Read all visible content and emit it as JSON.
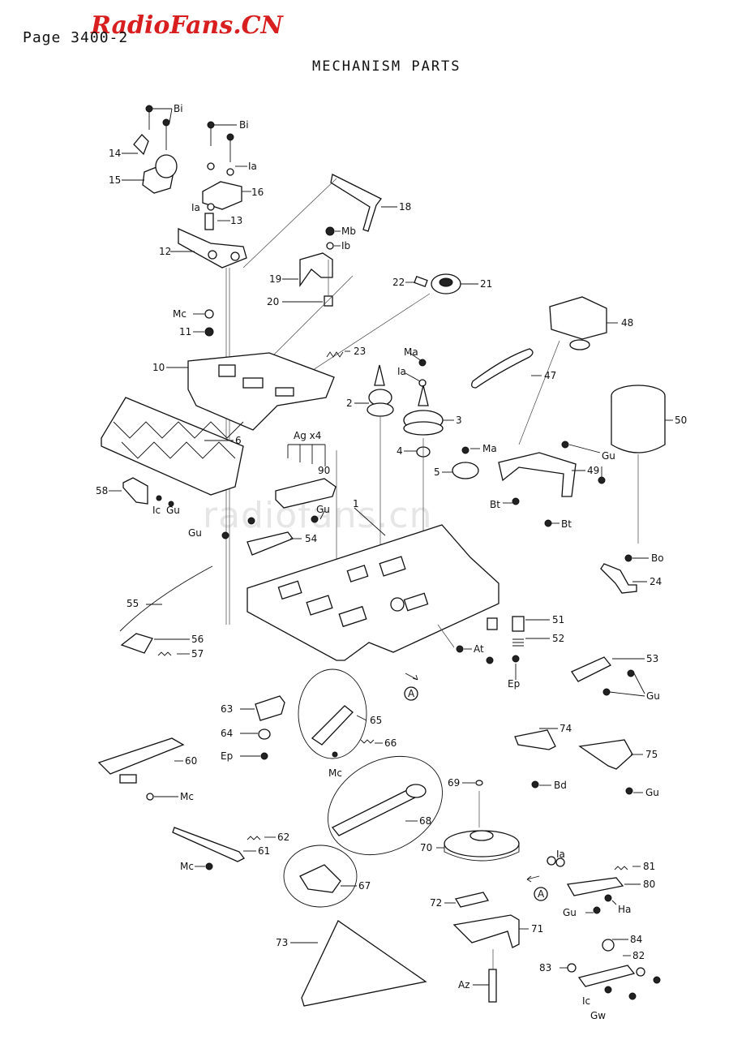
{
  "header": {
    "watermark": "RadioFans.CN",
    "page_label": "Page 3400-2",
    "title": "MECHANISM PARTS",
    "faint_watermark": "radiofans.cn"
  },
  "callouts": [
    {
      "id": "bi-1",
      "label": "Bi"
    },
    {
      "id": "bi-2",
      "label": "Bi"
    },
    {
      "id": "14",
      "label": "14"
    },
    {
      "id": "15",
      "label": "15"
    },
    {
      "id": "1a-1",
      "label": "Ia"
    },
    {
      "id": "16",
      "label": "16"
    },
    {
      "id": "1a-2",
      "label": "Ia"
    },
    {
      "id": "13",
      "label": "13"
    },
    {
      "id": "18",
      "label": "18"
    },
    {
      "id": "12",
      "label": "12"
    },
    {
      "id": "mb",
      "label": "Mb"
    },
    {
      "id": "1b",
      "label": "Ib"
    },
    {
      "id": "19",
      "label": "19"
    },
    {
      "id": "20",
      "label": "20"
    },
    {
      "id": "22",
      "label": "22"
    },
    {
      "id": "21",
      "label": "21"
    },
    {
      "id": "mc-1",
      "label": "Mc"
    },
    {
      "id": "11",
      "label": "11"
    },
    {
      "id": "48",
      "label": "48"
    },
    {
      "id": "23",
      "label": "23"
    },
    {
      "id": "10",
      "label": "10"
    },
    {
      "id": "ma-1",
      "label": "Ma"
    },
    {
      "id": "1a-3",
      "label": "Ia"
    },
    {
      "id": "47",
      "label": "47"
    },
    {
      "id": "2",
      "label": "2"
    },
    {
      "id": "3",
      "label": "3"
    },
    {
      "id": "50",
      "label": "50"
    },
    {
      "id": "6",
      "label": "6"
    },
    {
      "id": "agx4",
      "label": "Ag x4"
    },
    {
      "id": "4",
      "label": "4"
    },
    {
      "id": "ma-2",
      "label": "Ma"
    },
    {
      "id": "gu-1",
      "label": "Gu"
    },
    {
      "id": "5",
      "label": "5"
    },
    {
      "id": "49",
      "label": "49"
    },
    {
      "id": "90",
      "label": "90"
    },
    {
      "id": "58",
      "label": "58"
    },
    {
      "id": "bt-1",
      "label": "Bt"
    },
    {
      "id": "bt-2",
      "label": "Bt"
    },
    {
      "id": "1",
      "label": "1"
    },
    {
      "id": "gu-2",
      "label": "Gu"
    },
    {
      "id": "ic-1",
      "label": "Ic"
    },
    {
      "id": "gu-3",
      "label": "Gu"
    },
    {
      "id": "gu-4",
      "label": "Gu"
    },
    {
      "id": "54",
      "label": "54"
    },
    {
      "id": "bo",
      "label": "Bo"
    },
    {
      "id": "24",
      "label": "24"
    },
    {
      "id": "55",
      "label": "55"
    },
    {
      "id": "51",
      "label": "51"
    },
    {
      "id": "56",
      "label": "56"
    },
    {
      "id": "52",
      "label": "52"
    },
    {
      "id": "57",
      "label": "57"
    },
    {
      "id": "at",
      "label": "At"
    },
    {
      "id": "53",
      "label": "53"
    },
    {
      "id": "ep-1",
      "label": "Ep"
    },
    {
      "id": "a-1",
      "label": "A"
    },
    {
      "id": "gu-5",
      "label": "Gu"
    },
    {
      "id": "63",
      "label": "63"
    },
    {
      "id": "65",
      "label": "65"
    },
    {
      "id": "74",
      "label": "74"
    },
    {
      "id": "64",
      "label": "64"
    },
    {
      "id": "66",
      "label": "66"
    },
    {
      "id": "ep-2",
      "label": "Ep"
    },
    {
      "id": "75",
      "label": "75"
    },
    {
      "id": "60",
      "label": "60"
    },
    {
      "id": "mc-2",
      "label": "Mc"
    },
    {
      "id": "69",
      "label": "69"
    },
    {
      "id": "bd",
      "label": "Bd"
    },
    {
      "id": "mc-3",
      "label": "Mc"
    },
    {
      "id": "gu-6",
      "label": "Gu"
    },
    {
      "id": "68",
      "label": "68"
    },
    {
      "id": "62",
      "label": "62"
    },
    {
      "id": "70",
      "label": "70"
    },
    {
      "id": "61",
      "label": "61"
    },
    {
      "id": "81",
      "label": "81"
    },
    {
      "id": "mc-4",
      "label": "Mc"
    },
    {
      "id": "1a-4",
      "label": "Ia"
    },
    {
      "id": "67",
      "label": "67"
    },
    {
      "id": "80",
      "label": "80"
    },
    {
      "id": "a-2",
      "label": "A"
    },
    {
      "id": "ha",
      "label": "Ha"
    },
    {
      "id": "gu-7",
      "label": "Gu"
    },
    {
      "id": "72",
      "label": "72"
    },
    {
      "id": "71",
      "label": "71"
    },
    {
      "id": "73",
      "label": "73"
    },
    {
      "id": "84",
      "label": "84"
    },
    {
      "id": "82",
      "label": "82"
    },
    {
      "id": "83",
      "label": "83"
    },
    {
      "id": "az",
      "label": "Az"
    },
    {
      "id": "ic-2",
      "label": "Ic"
    },
    {
      "id": "gw",
      "label": "Gw"
    }
  ]
}
